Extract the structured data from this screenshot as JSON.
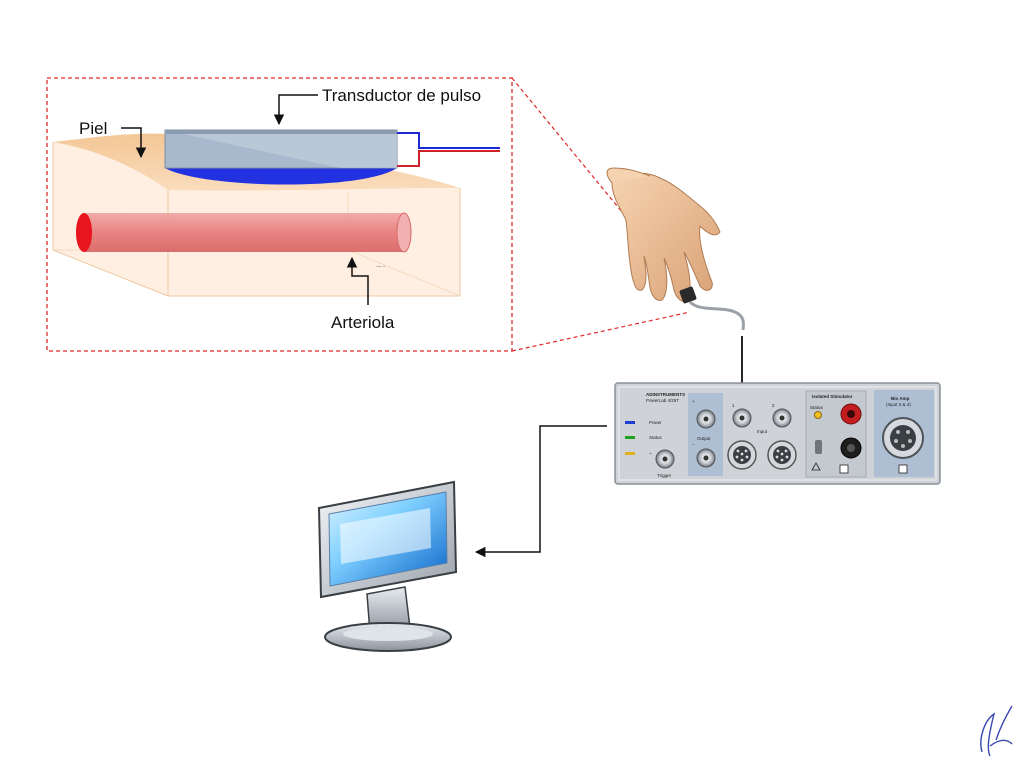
{
  "labels": {
    "transducer": "Transductor de pulso",
    "skin": "Piel",
    "arteriole": "Arteriola"
  },
  "device": {
    "brand": "ADINSTRUMENTS",
    "model": "PowerLab 4/25T",
    "led_labels": [
      "Power",
      "Status",
      "~"
    ],
    "trigger_label": "Trigger",
    "output_label": "Output",
    "output_signs": [
      "+",
      "−"
    ],
    "input_label": "Input",
    "input_channels": [
      "1",
      "2"
    ],
    "stimulator_title": "Isolated Stimulator",
    "stimulator_status": "Status",
    "bioamp_title": "Bio Amp",
    "bioamp_subtitle": "(Input 3 & 4)"
  },
  "colors": {
    "frame_dashed": "#e0282a",
    "skin": "#f8d3ac",
    "artery": "#e05a5a",
    "transducer_cup": "#2232e0",
    "arrow": "#111111",
    "device_panel": "#cfd3d8",
    "device_blue_module": "#aebfd4"
  },
  "icons": [
    "hand-icon",
    "monitor-icon",
    "signature-icon"
  ]
}
